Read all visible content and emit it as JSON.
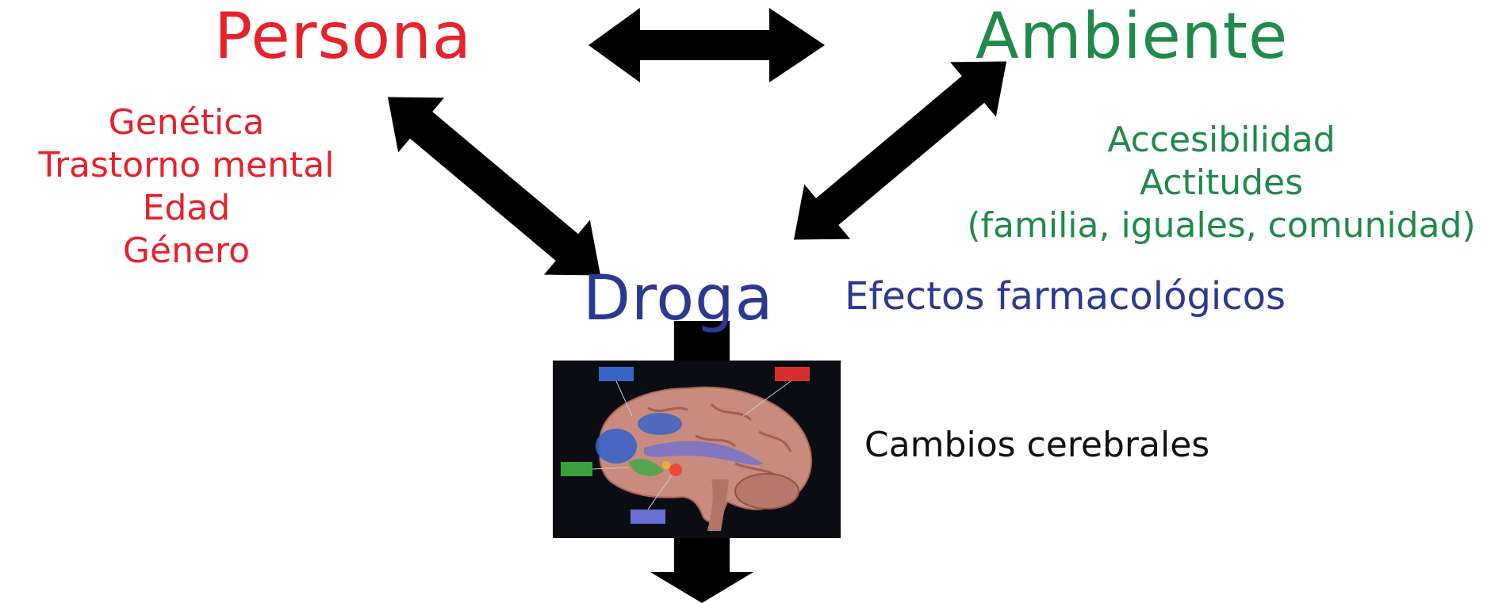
{
  "persona": {
    "title": "Persona",
    "factors": [
      "Genética",
      "Trastorno mental",
      "Edad",
      "Género"
    ]
  },
  "ambiente": {
    "title": "Ambiente",
    "factors": [
      "Accesibilidad",
      "Actitudes",
      "(familia, iguales, comunidad)"
    ]
  },
  "droga": {
    "title": "Droga",
    "subtitle": "Efectos farmacológicos"
  },
  "brain": {
    "caption": "Cambios cerebrales"
  },
  "colors": {
    "persona": "#e8212b",
    "ambiente": "#1f8a4a",
    "droga": "#2b3990",
    "arrow": "#000000"
  }
}
